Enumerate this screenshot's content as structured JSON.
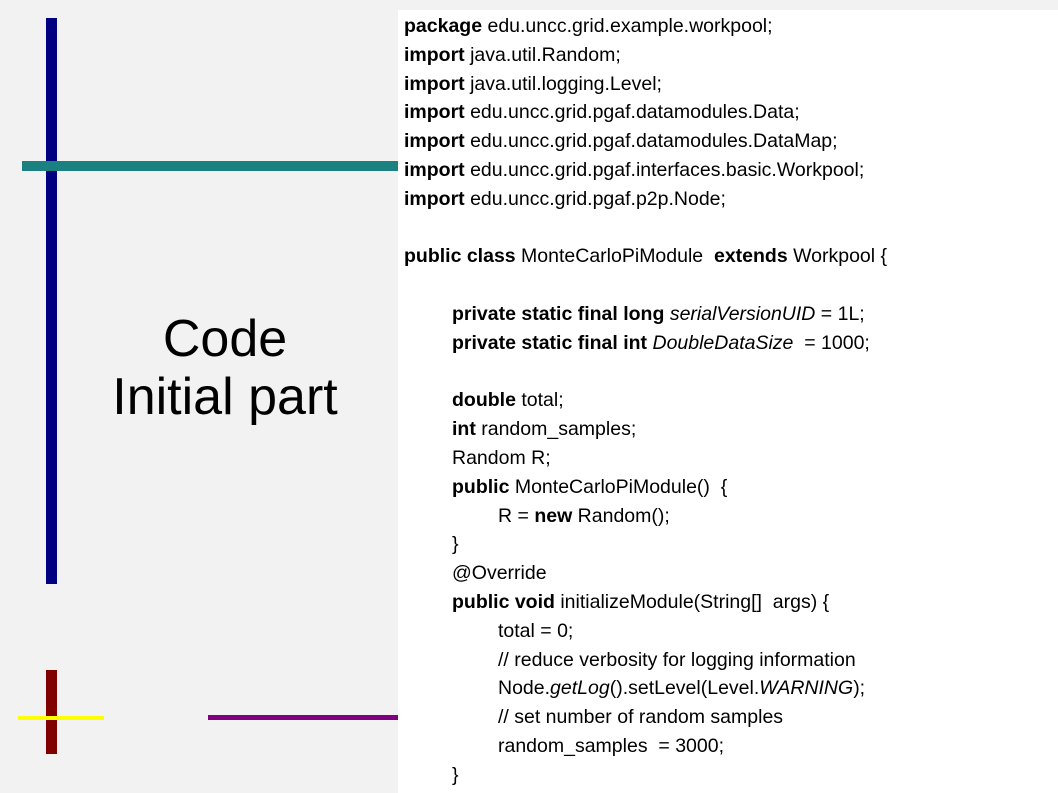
{
  "slide": {
    "title_line1": "Code",
    "title_line2": "Initial part",
    "colors": {
      "background": "#f2f2f2",
      "navy_bar": "#000080",
      "teal_bar": "#1a8080",
      "maroon_bar": "#800000",
      "yellow_bar": "#ffff00",
      "purple_bar": "#800080"
    }
  },
  "code": {
    "lines": [
      {
        "indent": 0,
        "segs": [
          {
            "t": "package",
            "s": "b"
          },
          {
            "t": " edu.uncc.grid.example.workpool;"
          }
        ]
      },
      {
        "indent": 0,
        "segs": [
          {
            "t": "import",
            "s": "b"
          },
          {
            "t": " java.util.Random;"
          }
        ]
      },
      {
        "indent": 0,
        "segs": [
          {
            "t": "import",
            "s": "b"
          },
          {
            "t": " java.util.logging.Level;"
          }
        ]
      },
      {
        "indent": 0,
        "segs": [
          {
            "t": "import",
            "s": "b"
          },
          {
            "t": " edu.uncc.grid.pgaf.datamodules.Data;"
          }
        ]
      },
      {
        "indent": 0,
        "segs": [
          {
            "t": "import",
            "s": "b"
          },
          {
            "t": " edu.uncc.grid.pgaf.datamodules.DataMap;"
          }
        ]
      },
      {
        "indent": 0,
        "segs": [
          {
            "t": "import",
            "s": "b"
          },
          {
            "t": " edu.uncc.grid.pgaf.interfaces.basic.Workpool;"
          }
        ]
      },
      {
        "indent": 0,
        "segs": [
          {
            "t": "import",
            "s": "b"
          },
          {
            "t": " edu.uncc.grid.pgaf.p2p.Node;"
          }
        ]
      },
      {
        "indent": 0,
        "segs": []
      },
      {
        "indent": 0,
        "segs": [
          {
            "t": "public class",
            "s": "b"
          },
          {
            "t": " MonteCarloPiModule  "
          },
          {
            "t": "extends",
            "s": "b"
          },
          {
            "t": " Workpool {"
          }
        ]
      },
      {
        "indent": 0,
        "segs": []
      },
      {
        "indent": 1,
        "segs": [
          {
            "t": "private static final long",
            "s": "b"
          },
          {
            "t": " "
          },
          {
            "t": "serialVersionUID",
            "s": "i"
          },
          {
            "t": " = 1L;"
          }
        ]
      },
      {
        "indent": 1,
        "segs": [
          {
            "t": "private static final int",
            "s": "b"
          },
          {
            "t": " "
          },
          {
            "t": "DoubleDataSize",
            "s": "i"
          },
          {
            "t": "  = 1000;"
          }
        ]
      },
      {
        "indent": 0,
        "segs": []
      },
      {
        "indent": 1,
        "segs": [
          {
            "t": "double",
            "s": "b"
          },
          {
            "t": " total;"
          }
        ]
      },
      {
        "indent": 1,
        "segs": [
          {
            "t": "int",
            "s": "b"
          },
          {
            "t": " random_samples;"
          }
        ]
      },
      {
        "indent": 1,
        "segs": [
          {
            "t": "Random R;"
          }
        ]
      },
      {
        "indent": 1,
        "segs": [
          {
            "t": "public",
            "s": "b"
          },
          {
            "t": " MonteCarloPiModule()  {"
          }
        ]
      },
      {
        "indent": 2,
        "segs": [
          {
            "t": "R = "
          },
          {
            "t": "new",
            "s": "b"
          },
          {
            "t": " Random();"
          }
        ]
      },
      {
        "indent": 1,
        "segs": [
          {
            "t": "}"
          }
        ]
      },
      {
        "indent": 1,
        "segs": [
          {
            "t": "@Override"
          }
        ]
      },
      {
        "indent": 1,
        "segs": [
          {
            "t": "public void",
            "s": "b"
          },
          {
            "t": " initializeModule(String[]  args) {"
          }
        ]
      },
      {
        "indent": 2,
        "segs": [
          {
            "t": "total = 0;"
          }
        ]
      },
      {
        "indent": 2,
        "segs": [
          {
            "t": "// reduce verbosity for logging information"
          }
        ]
      },
      {
        "indent": 2,
        "segs": [
          {
            "t": "Node."
          },
          {
            "t": "getLog",
            "s": "i"
          },
          {
            "t": "().setLevel(Level."
          },
          {
            "t": "WARNING",
            "s": "i"
          },
          {
            "t": ");"
          }
        ]
      },
      {
        "indent": 2,
        "segs": [
          {
            "t": "// set number of random samples"
          }
        ]
      },
      {
        "indent": 2,
        "segs": [
          {
            "t": "random_samples  = 3000;"
          }
        ]
      },
      {
        "indent": 1,
        "segs": [
          {
            "t": "}"
          }
        ]
      }
    ]
  }
}
